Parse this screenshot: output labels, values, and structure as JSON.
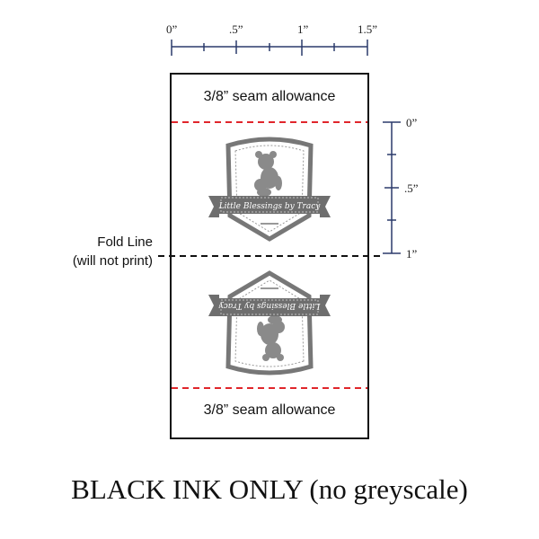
{
  "horizontal_ruler": {
    "labels": [
      "0”",
      ".5”",
      "1”",
      "1.5”"
    ],
    "unit": "inch"
  },
  "vertical_ruler": {
    "labels": [
      "0”",
      ".5”",
      "1”"
    ],
    "unit": "inch"
  },
  "label": {
    "top_seam": "3/8” seam allowance",
    "bottom_seam": "3/8” seam allowance",
    "fold_line_1": "Fold Line",
    "fold_line_2": "(will not print)"
  },
  "logo": {
    "text": "Little Blessings by Tracy"
  },
  "footer": "BLACK INK ONLY (no greyscale)",
  "colors": {
    "ruler": "#2b3a6b",
    "seam_line": "#e0262b",
    "fold_line": "#111111",
    "logo": "#777777"
  }
}
